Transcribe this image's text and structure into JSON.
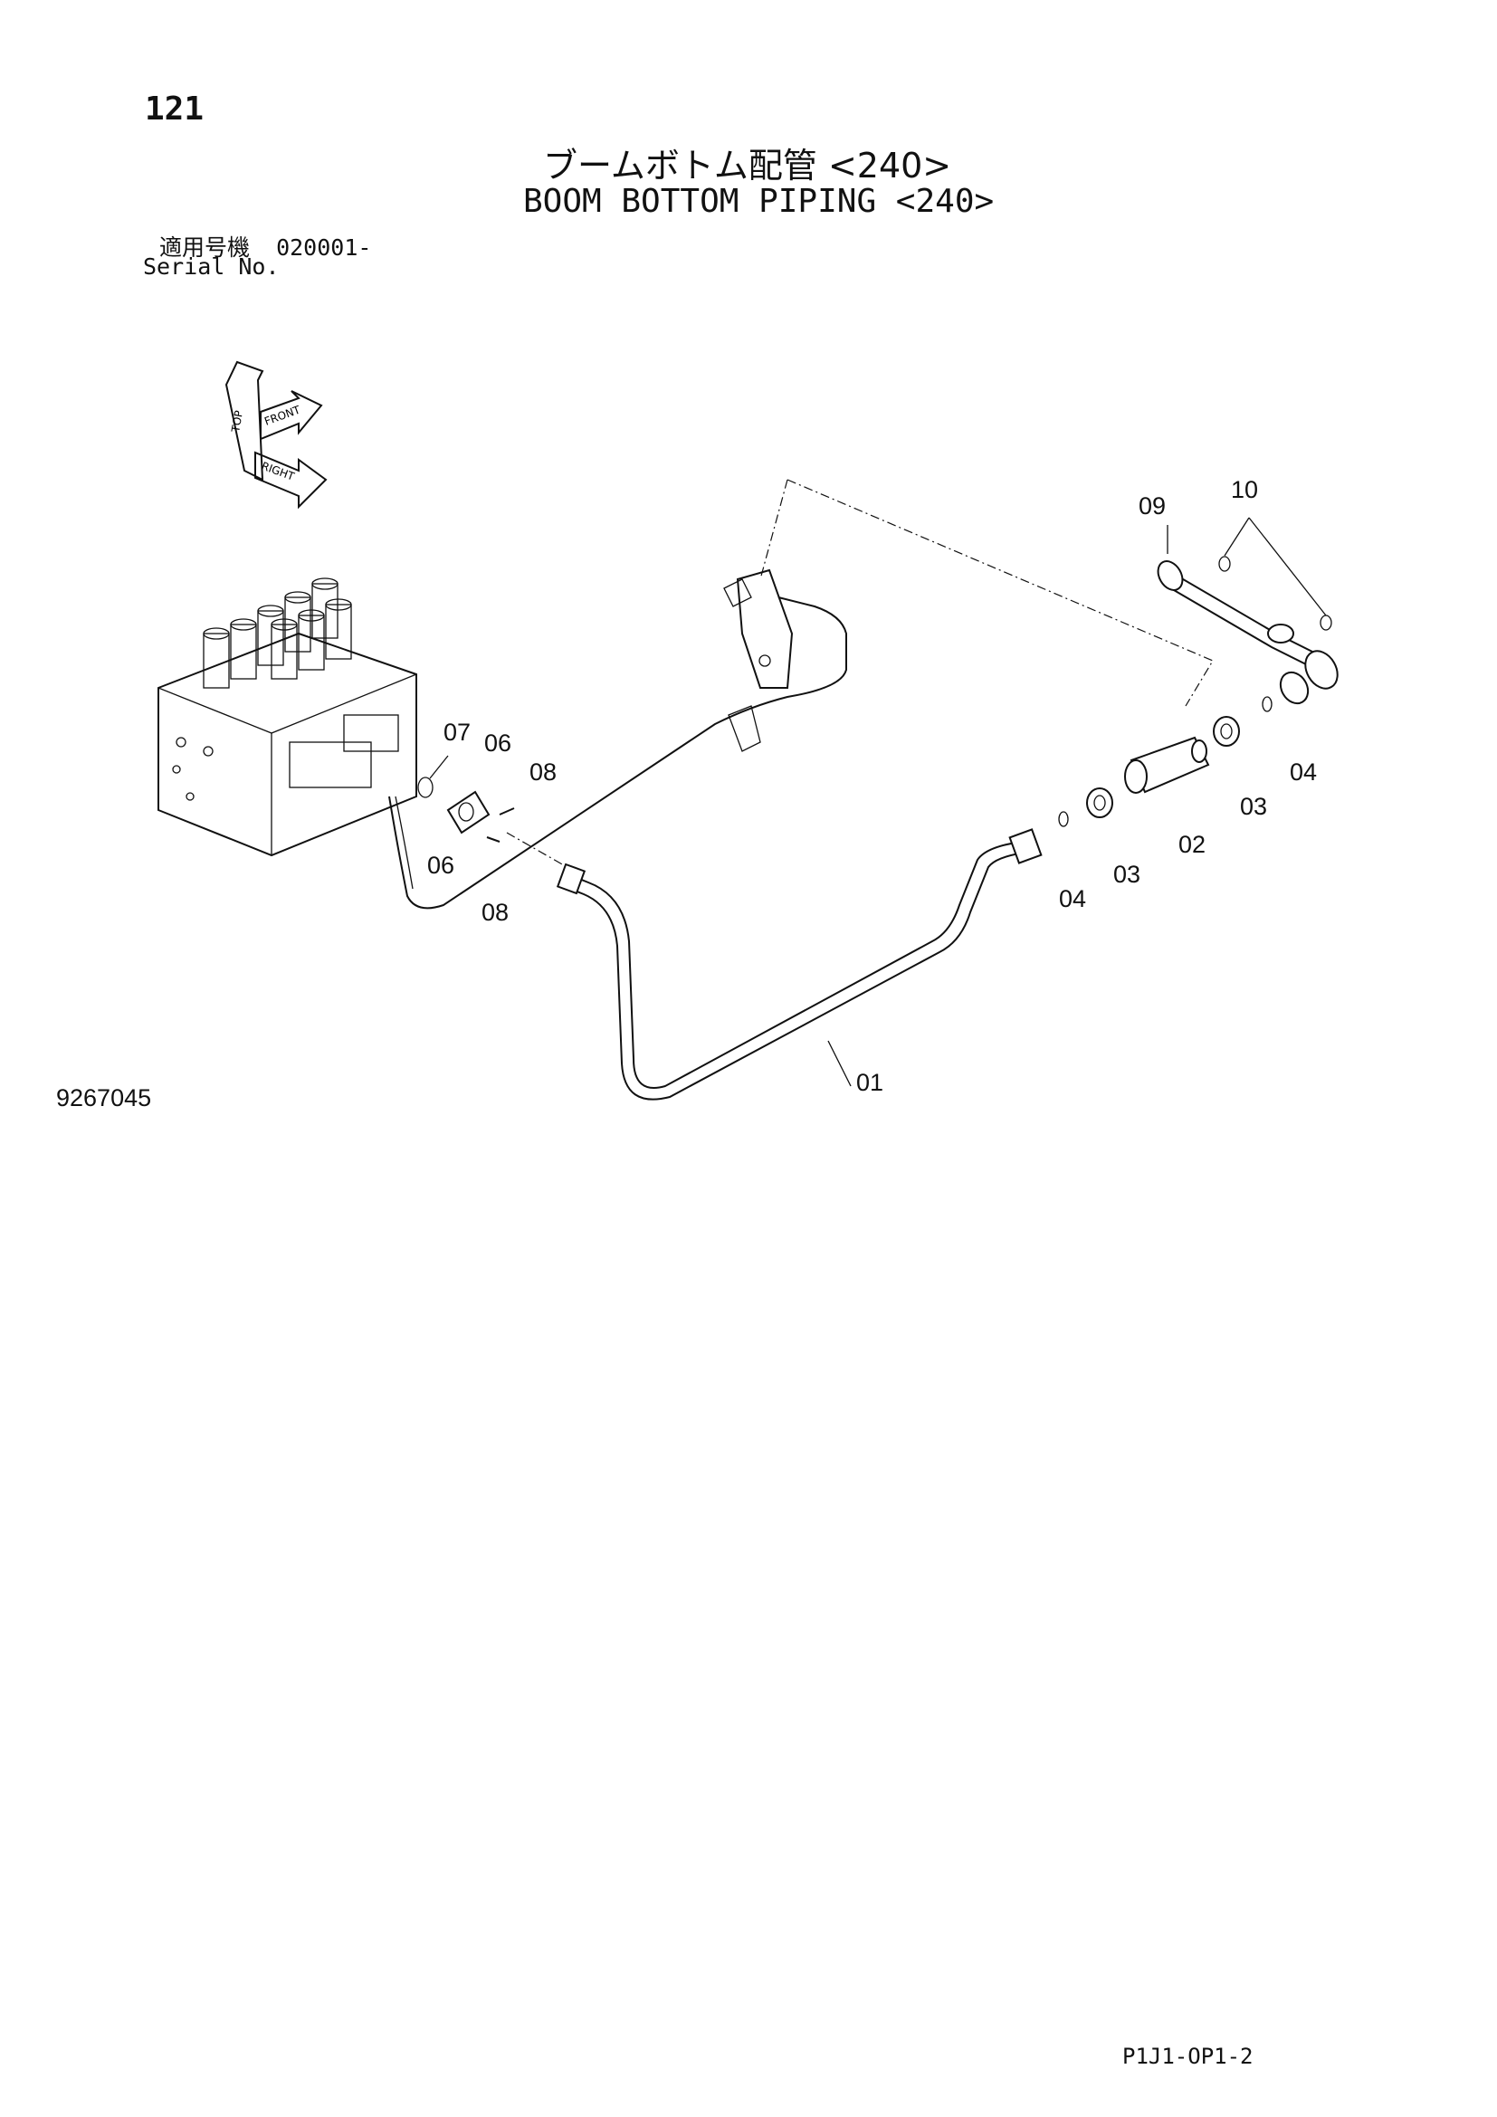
{
  "page": {
    "number": "121",
    "title_jp": "ブームボトム配管 <240>",
    "title_en": "BOOM BOTTOM PIPING <240>",
    "serial_label_jp": "適用号機",
    "serial_value": "020001-",
    "serial_label_en": "Serial No.",
    "drawing_number": "9267045",
    "sheet_code": "P1J1-OP1-2"
  },
  "orientation_icon": {
    "labels": [
      "TOP",
      "FRONT",
      "RIGHT"
    ]
  },
  "callouts": {
    "c01": "01",
    "c02": "02",
    "c03a": "03",
    "c03b": "03",
    "c04a": "04",
    "c04b": "04",
    "c06a": "06",
    "c06b": "06",
    "c07": "07",
    "c08a": "08",
    "c08b": "08",
    "c09": "09",
    "c10": "10"
  }
}
